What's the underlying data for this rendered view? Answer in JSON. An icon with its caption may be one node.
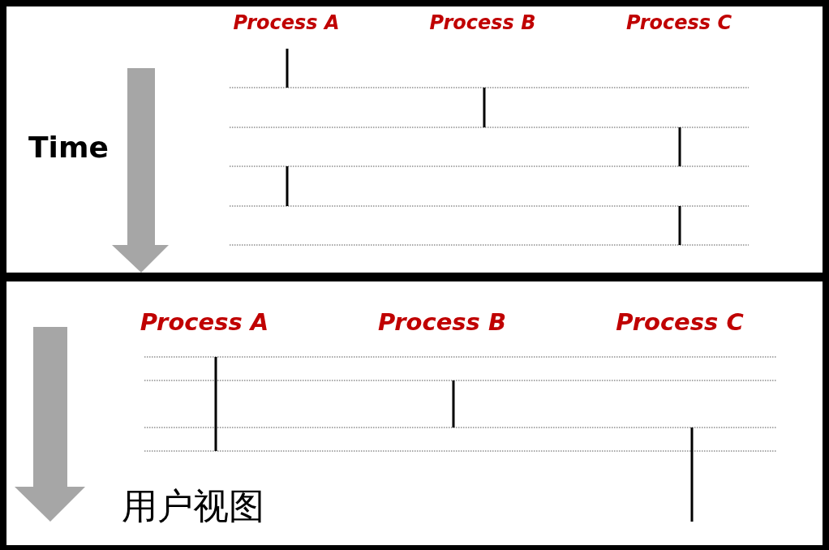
{
  "diagram": {
    "nodes": [
      {
        "text": [
          "Process A",
          "Process B",
          "Process C",
          "Time"
        ]
      },
      {
        "text": [
          "Process A",
          "Process B",
          "Process C",
          "用户视图"
        ]
      }
    ]
  }
}
